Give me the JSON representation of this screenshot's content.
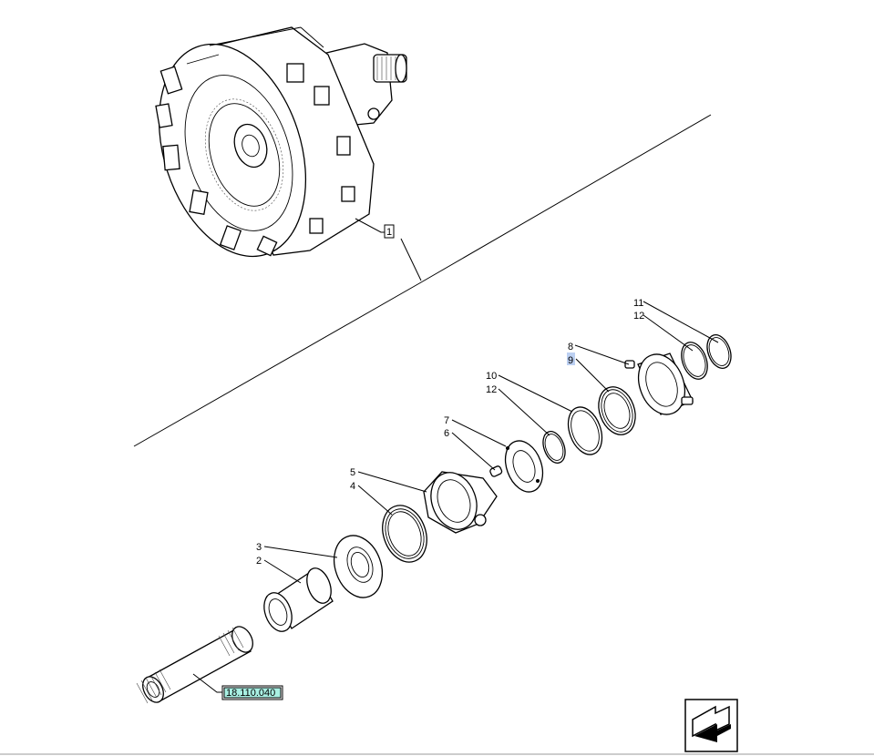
{
  "callouts": {
    "c1": "1",
    "c2": "2",
    "c3": "3",
    "c4": "4",
    "c5": "5",
    "c6": "6",
    "c7": "7",
    "c8": "8",
    "c9": "9",
    "c10": "10",
    "c11": "11",
    "c12a": "12",
    "c12b": "12"
  },
  "reference": {
    "code": "18.110.040"
  },
  "highlight_color": "#bcd0f2",
  "reference_color": "#a9f0e3",
  "nav_icon": "arrow-next-page-icon"
}
